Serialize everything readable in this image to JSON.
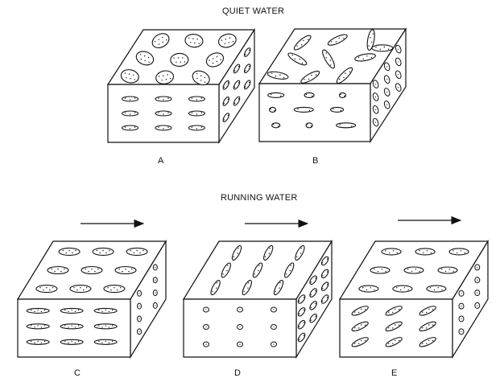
{
  "headings": {
    "quiet": "QUIET WATER",
    "running": "RUNNING WATER"
  },
  "blocks": [
    {
      "id": "A",
      "label": "A"
    },
    {
      "id": "B",
      "label": "B"
    },
    {
      "id": "C",
      "label": "C"
    },
    {
      "id": "D",
      "label": "D"
    },
    {
      "id": "E",
      "label": "E"
    }
  ],
  "colors": {
    "ink": "#111111",
    "background": "#ffffff"
  }
}
